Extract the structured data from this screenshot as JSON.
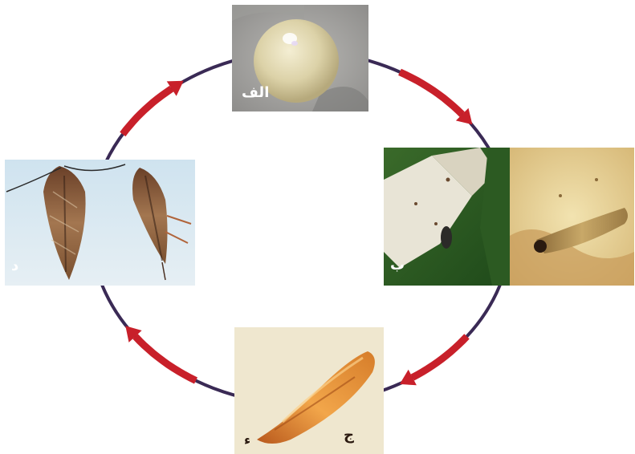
{
  "diagram": {
    "colors": {
      "cycle_line": "#3a2a55",
      "arrow": "#c8202a"
    },
    "stages": [
      {
        "id": "egg",
        "label": "الف",
        "icon": "egg-photo"
      },
      {
        "id": "larva",
        "label": "ب",
        "icon": "larva-photo"
      },
      {
        "id": "pupa",
        "label": "ج",
        "icon": "pupa-photo",
        "extra_mark": "ء"
      },
      {
        "id": "adult",
        "label": "د",
        "icon": "adult-moth-photo"
      }
    ]
  }
}
